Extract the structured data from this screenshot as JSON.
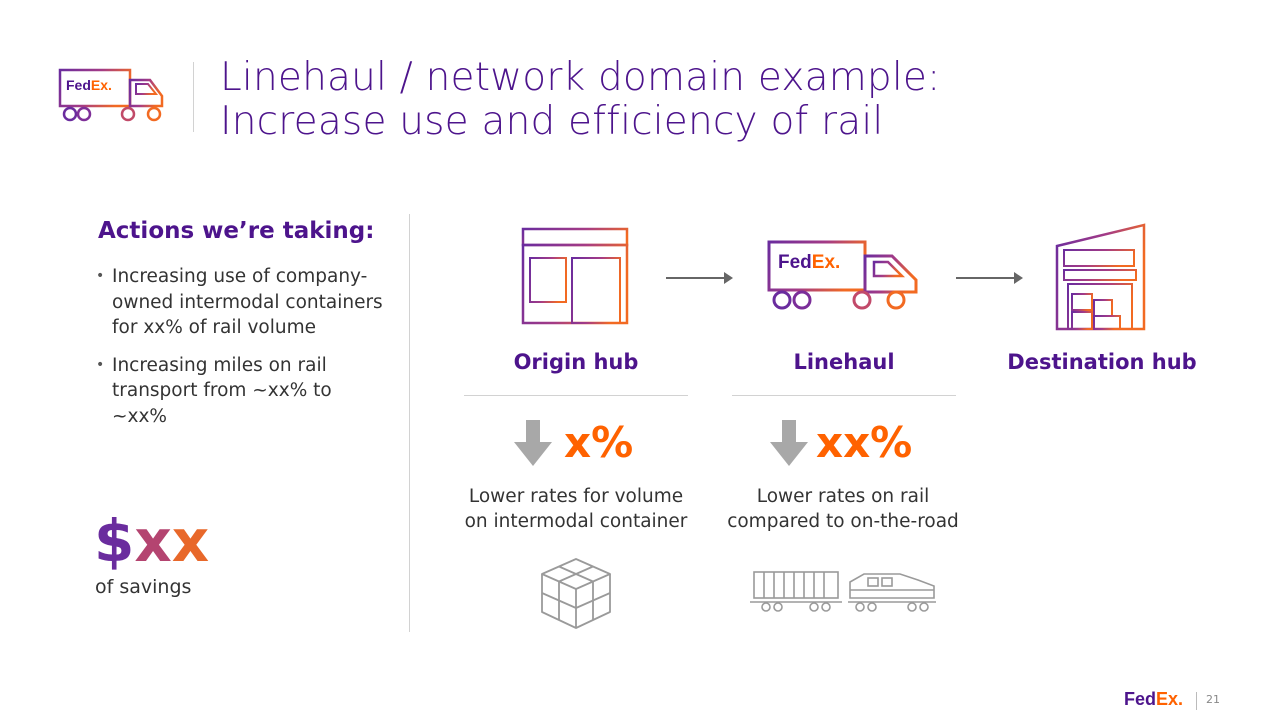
{
  "title": {
    "line1": "Linehaul / network domain example:",
    "line2": "Increase use and efficiency of rail"
  },
  "actions": {
    "heading": "Actions we’re taking:",
    "bullets": [
      "Increasing use of company-owned intermodal containers for xx% of rail volume",
      "Increasing miles on rail transport from ~xx% to ~xx%"
    ]
  },
  "savings": {
    "symbol": "$",
    "x1": "x",
    "x2": "x",
    "label": "of savings"
  },
  "stages": {
    "origin": "Origin hub",
    "linehaul": "Linehaul",
    "destination": "Destination hub"
  },
  "metrics": [
    {
      "value": "x%",
      "desc_line1": "Lower rates for volume",
      "desc_line2": "on intermodal container"
    },
    {
      "value": "xx%",
      "desc_line1": "Lower rates on rail",
      "desc_line2": "compared to on-the-road"
    }
  ],
  "brand": {
    "logo_fed": "Fed",
    "logo_ex": "Ex",
    "logo_dot": ".",
    "purple": "#4d148c",
    "orange": "#ff6200"
  },
  "footer": {
    "page_number": "21"
  },
  "icons": {
    "header": "fedex-truck-icon",
    "origin": "warehouse-storefront-icon",
    "linehaul": "fedex-truck-icon",
    "destination": "distribution-center-icon",
    "arrow1": "arrow-right-icon",
    "arrow2": "arrow-right-icon",
    "down1": "arrow-down-icon",
    "down2": "arrow-down-icon",
    "container": "stacked-boxes-icon",
    "rail": "train-icon"
  }
}
